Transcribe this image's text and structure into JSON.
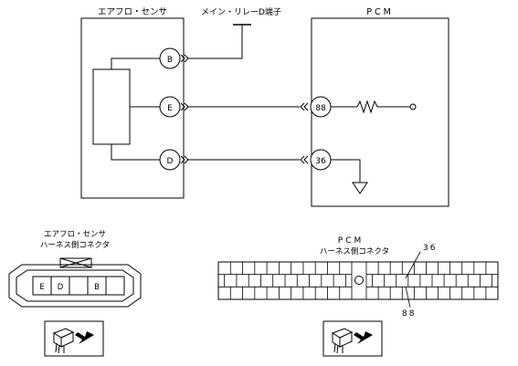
{
  "labels": {
    "airflow_sensor": "エアフロ・センサ",
    "main_relay": "メイン・リレーD端子",
    "pcm": "PCM",
    "sensor_connector_title_1": "エアフロ・センサ",
    "sensor_connector_title_2": "ハーネス側コネクタ",
    "pcm_connector_title_1": "PCM",
    "pcm_connector_title_2": "ハーネス側コネクタ"
  },
  "sensor_pins": [
    "B",
    "E",
    "D"
  ],
  "pcm_pins": [
    "88",
    "36"
  ],
  "sensor_connector_pins": [
    "E",
    "D",
    "B"
  ],
  "pcm_connector_callouts": [
    "36",
    "88"
  ]
}
